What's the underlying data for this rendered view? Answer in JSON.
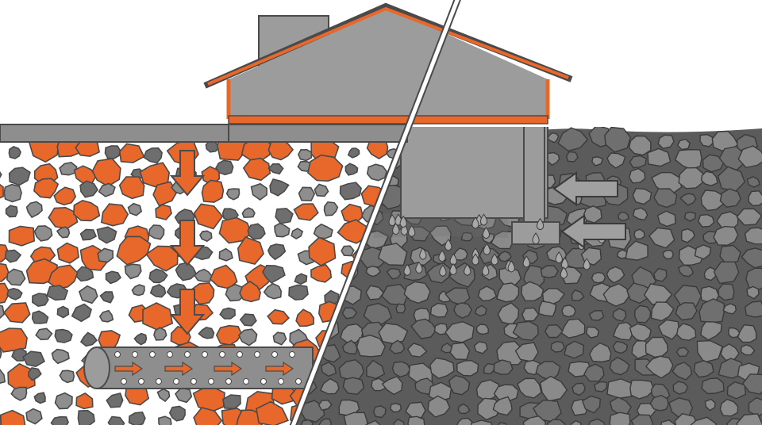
{
  "diagram": {
    "panels": [
      {
        "id": "drained",
        "side": "left",
        "description_hidden": true
      },
      {
        "id": "saturated",
        "side": "right",
        "description_hidden": true
      }
    ],
    "labels": []
  },
  "colors": {
    "accent": "#E8672A",
    "outline": "#4A4A4A",
    "stone_light": "#8E8E8E",
    "stone_dark": "#6E6E6E",
    "soil_dark": "#5B5B5B",
    "house_body": "#9C9C9C",
    "background": "#FFFFFF",
    "arrow_fill": "#A0A0A0"
  },
  "icons": {
    "down_arrow": "arrow-down-icon",
    "right_arrow": "arrow-right-icon",
    "left_arrow": "arrow-left-icon",
    "droplet": "water-droplet-icon"
  }
}
